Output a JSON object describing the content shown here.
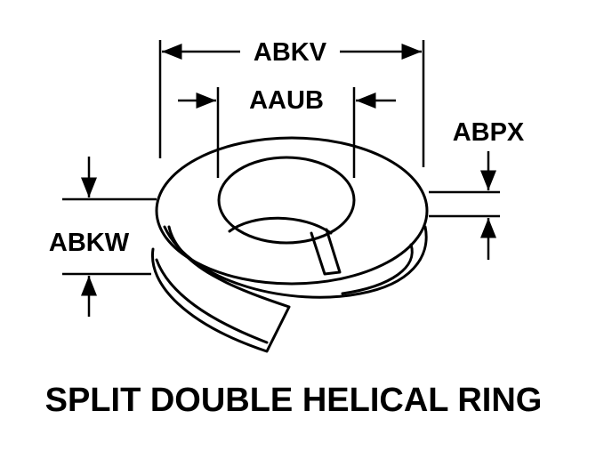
{
  "diagram": {
    "labels": {
      "outer_diameter": "ABKV",
      "inner_diameter": "AAUB",
      "thickness": "ABPX",
      "overall_height": "ABKW"
    },
    "caption": "SPLIT DOUBLE HELICAL RING",
    "colors": {
      "ink": "#000000",
      "background": "#ffffff"
    }
  }
}
